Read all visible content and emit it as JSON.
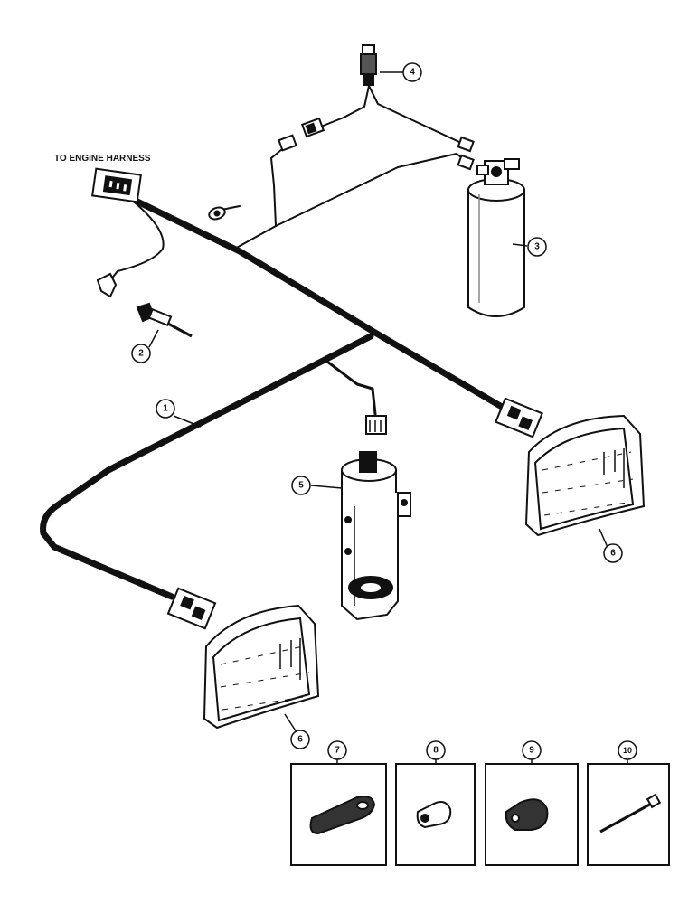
{
  "heading": "TO ENGINE HARNESS",
  "colors": {
    "ink": "#111111",
    "paper": "#ffffff"
  },
  "callouts": [
    {
      "number": "1",
      "part": "harness"
    },
    {
      "number": "2",
      "part": "sender"
    },
    {
      "number": "3",
      "part": "receiver-drier"
    },
    {
      "number": "4",
      "part": "pressure-switch"
    },
    {
      "number": "5",
      "part": "compressor-clutch-relay"
    },
    {
      "number": "6",
      "part": "headlamp-right"
    },
    {
      "number": "6",
      "part": "headlamp-left"
    },
    {
      "number": "7",
      "part": "insulator-strap"
    },
    {
      "number": "8",
      "part": "clip-small"
    },
    {
      "number": "9",
      "part": "clip-large"
    },
    {
      "number": "10",
      "part": "cable-tie"
    }
  ]
}
